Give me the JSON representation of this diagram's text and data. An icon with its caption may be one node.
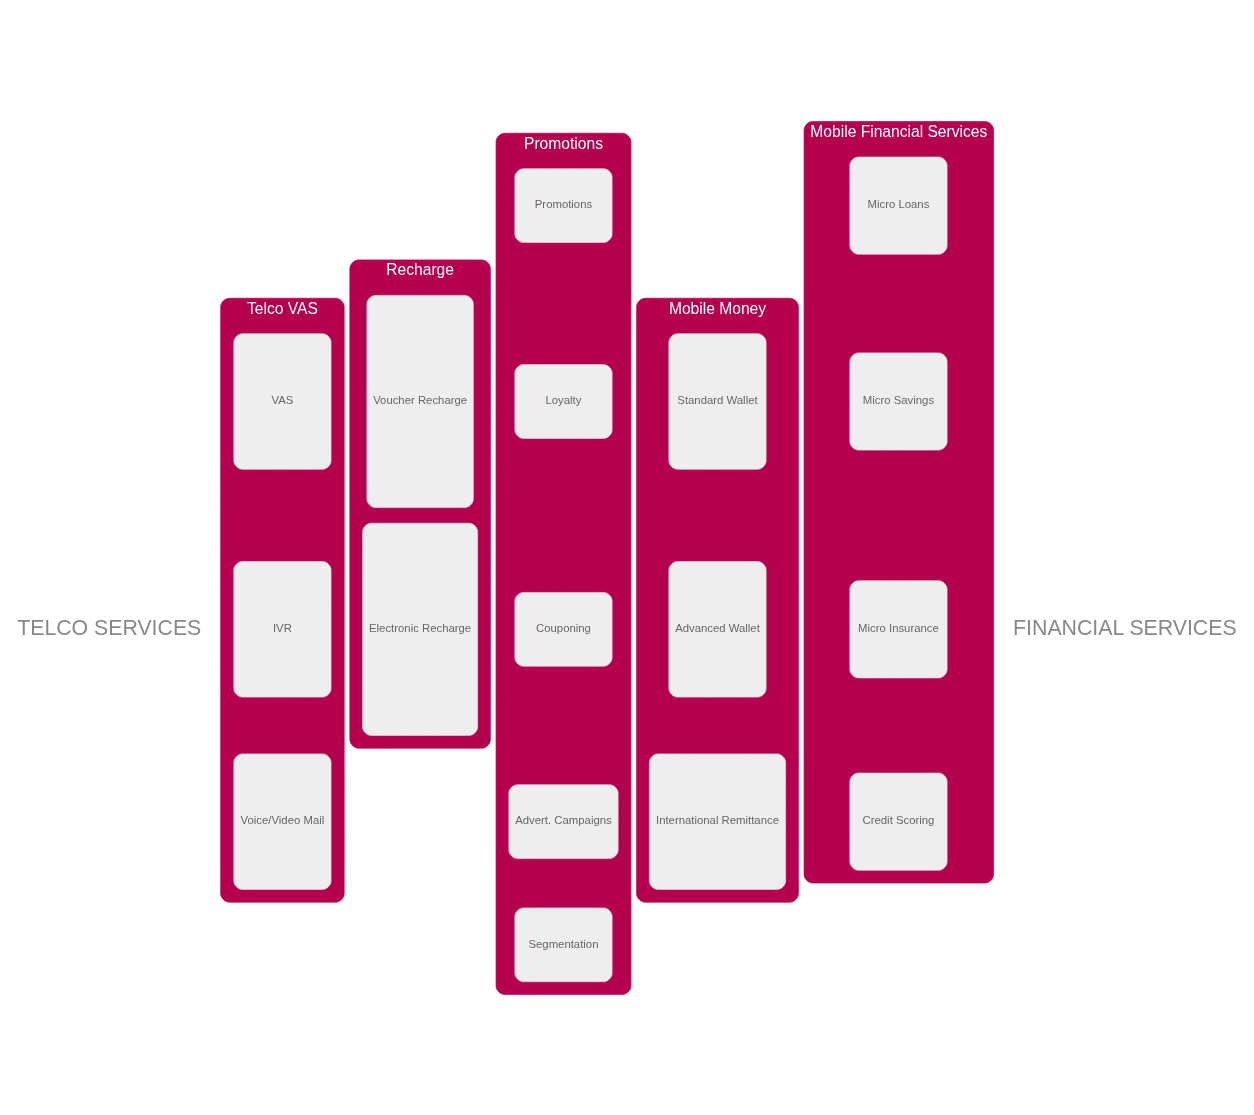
{
  "diagram": {
    "nodes": [
      {
        "text": [
          "Telco VAS"
        ]
      },
      {
        "text": [
          "VAS"
        ],
        "in": 0
      },
      {
        "text": [
          "IVR"
        ],
        "in": 0
      },
      {
        "text": [
          "Voice/Video Mail"
        ],
        "in": 0
      },
      {
        "text": [
          "Recharge"
        ]
      },
      {
        "text": [
          "Voucher Recharge"
        ],
        "in": 4
      },
      {
        "text": [
          "Electronic Recharge"
        ],
        "in": 4
      },
      {
        "text": [
          "Promotions"
        ]
      },
      {
        "text": [
          "Promotions"
        ],
        "in": 7
      },
      {
        "text": [
          "Loyalty"
        ],
        "in": 7
      },
      {
        "text": [
          "Couponing"
        ],
        "in": 7
      },
      {
        "text": [
          "Advert. Campaigns"
        ],
        "in": 7
      },
      {
        "text": [
          "Segmentation"
        ],
        "in": 7
      },
      {
        "text": [
          "Mobile Money"
        ]
      },
      {
        "text": [
          "Standard Wallet"
        ],
        "in": 13
      },
      {
        "text": [
          "Advanced Wallet"
        ],
        "in": 13
      },
      {
        "text": [
          "International Remittance"
        ],
        "in": 13
      },
      {
        "text": [
          "Mobile Financial Services"
        ]
      },
      {
        "text": [
          "Micro Loans"
        ],
        "in": 17
      },
      {
        "text": [
          "Micro Savings"
        ],
        "in": 17
      },
      {
        "text": [
          "Micro Insurance"
        ],
        "in": 17
      },
      {
        "text": [
          "Credit Scoring"
        ],
        "in": 17
      }
    ],
    "labels": [
      "TELCO SERVICES",
      "FINANCIAL SERVICES"
    ]
  }
}
